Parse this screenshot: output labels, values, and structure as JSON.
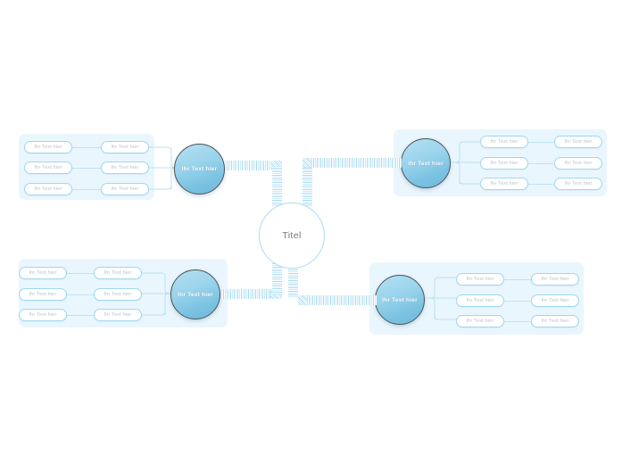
{
  "diagram": {
    "type": "mind-map",
    "title_node": {
      "label": "Titel"
    },
    "node_label": "Ihr Text hier",
    "colors": {
      "panel_background": "#eaf6fd",
      "pill_border": "#9fd8ef",
      "pill_text": "#b8c4cc",
      "circle_border": "#4c5358",
      "circle_fill_light": "#b6e0f2",
      "circle_fill_dark": "#6fb9da",
      "circle_text": "#ffffff",
      "center_border": "#a9dcf1",
      "center_text": "#77797c",
      "connector": "#b9e0f3",
      "page_background": "#ffffff"
    },
    "branches": [
      {
        "id": "top-left",
        "side": "left",
        "circle_label": "Ihr Text hier",
        "columns": [
          [
            "Ihr Text hier",
            "Ihr Text hier",
            "Ihr Text hier"
          ],
          [
            "Ihr Text hier",
            "Ihr Text hier",
            "Ihr Text hier"
          ]
        ]
      },
      {
        "id": "top-right",
        "side": "right",
        "circle_label": "Ihr Text hier",
        "columns": [
          [
            "Ihr Text hier",
            "Ihr Text hier",
            "Ihr Text hier"
          ],
          [
            "Ihr Text hier",
            "Ihr Text hier",
            "Ihr Text hier"
          ]
        ]
      },
      {
        "id": "bottom-left",
        "side": "left",
        "circle_label": "Ihr Text hier",
        "columns": [
          [
            "Ihr Text hier",
            "Ihr Text hier",
            "Ihr Text hier"
          ],
          [
            "Ihr Text hier",
            "Ihr Text hier",
            "Ihr Text hier"
          ]
        ]
      },
      {
        "id": "bottom-right",
        "side": "right",
        "circle_label": "Ihr Text hier",
        "columns": [
          [
            "Ihr Text hier",
            "Ihr Text hier",
            "Ihr Text hier"
          ],
          [
            "Ihr Text hier",
            "Ihr Text hier",
            "Ihr Text hier"
          ]
        ]
      }
    ]
  }
}
